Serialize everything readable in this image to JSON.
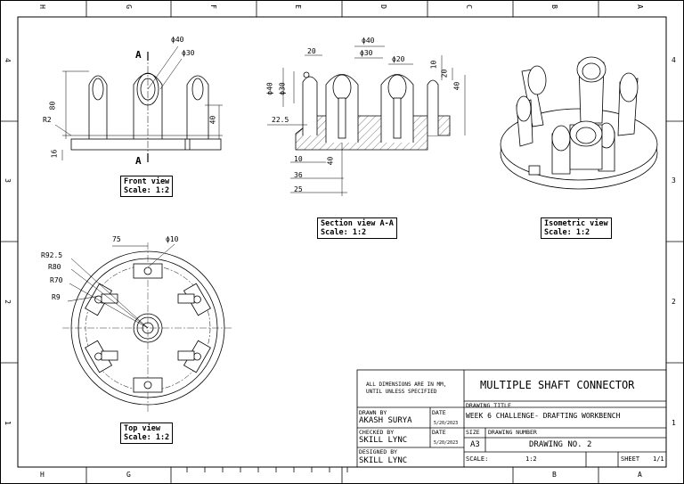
{
  "border": {
    "columns_top": [
      "H",
      "G",
      "F",
      "E",
      "D",
      "C",
      "B",
      "A"
    ],
    "columns_bottom": [
      "H",
      "G",
      "B",
      "A"
    ],
    "rows": [
      "4",
      "3",
      "2",
      "1"
    ]
  },
  "views": {
    "front": {
      "title": "Front view",
      "scale": "Scale:  1:2",
      "dims": {
        "d40": "ϕ40",
        "d30": "ϕ30",
        "r2": "R2",
        "h80": "80",
        "h40": "40",
        "h16": "16",
        "section": "A"
      }
    },
    "section": {
      "title": "Section view A-A",
      "scale": "Scale:  1:2",
      "dims": {
        "d40": "ϕ40",
        "d30": "ϕ30",
        "d20": "ϕ20",
        "w20": "20",
        "v20": "20",
        "v40": "40",
        "v10": "10",
        "side40": "ϕ40",
        "side30": "ϕ30",
        "l225": "22.5",
        "l10": "10",
        "l36": "36",
        "l25": "25",
        "v40b": "40"
      }
    },
    "isometric": {
      "title": "Isometric view",
      "scale": "Scale:  1:2"
    },
    "top": {
      "title": "Top view",
      "scale": "Scale:  1:2",
      "dims": {
        "d75": "75",
        "d10": "ϕ10",
        "r925": "R92.5",
        "r80": "R80",
        "r70": "R70",
        "r9": "R9"
      }
    }
  },
  "title_block": {
    "note_line1": "ALL DIMENSIONS ARE IN MM,",
    "note_line2": "UNTIL UNLESS SPECIFIED",
    "title": "MULTIPLE SHAFT CONNECTOR",
    "drawing_title_label": "DRAWING TITLE",
    "drawing_title": "WEEK 6 CHALLENGE- DRAFTING WORKBENCH",
    "drawn_by_label": "DRAWN BY",
    "drawn_by": "AKASH SURYA",
    "date_label": "DATE",
    "date1": "5/20/2023",
    "checked_by_label": "CHECKED BY",
    "checked_by": "SKILL LYNC",
    "date_label2": "DATE",
    "date2": "5/20/2023",
    "designed_by_label": "DESIGNED BY",
    "designed_by": "SKILL LYNC",
    "size_label": "SIZE",
    "size": "A3",
    "drawing_number_label": "DRAWING NUMBER",
    "drawing_number": "DRAWING NO. 2",
    "scale_label": "SCALE:",
    "scale": "1:2",
    "sheet_label": "SHEET",
    "sheet": "1/1"
  }
}
